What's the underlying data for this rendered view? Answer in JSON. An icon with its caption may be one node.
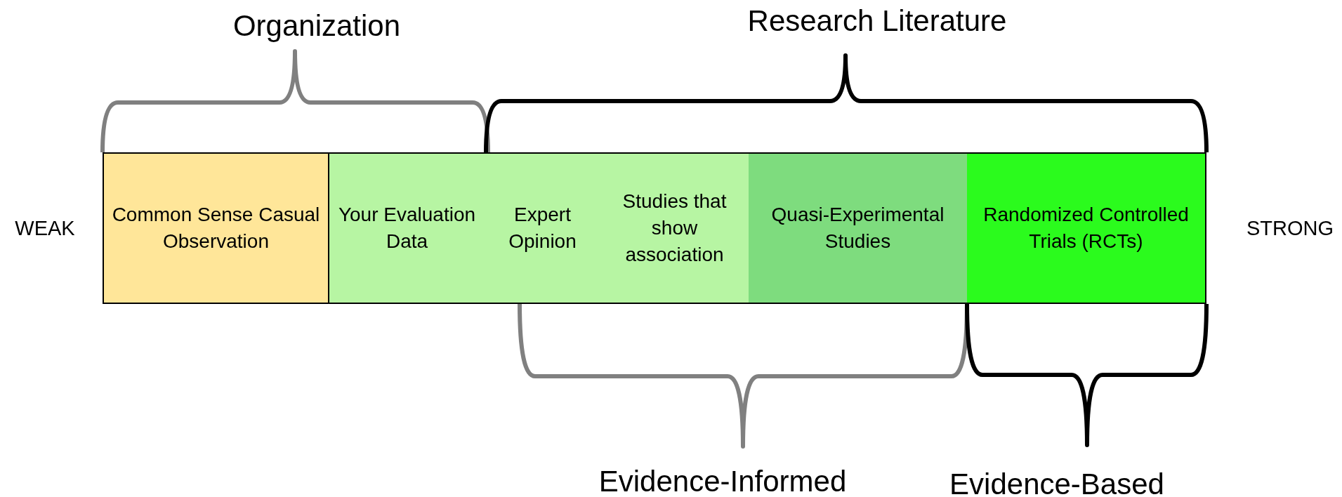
{
  "diagram": {
    "nodes": [
      {
        "text": [
          "Common Sense Casual Observation"
        ]
      },
      {
        "text": [
          "Your Evaluation Data"
        ]
      },
      {
        "text": [
          "Expert Opinion"
        ]
      },
      {
        "text": [
          "Studies that show association"
        ]
      },
      {
        "text": [
          "Quasi-Experimental Studies"
        ]
      },
      {
        "text": [
          "Randomized Controlled Trials (RCTs)"
        ]
      }
    ],
    "labels": [
      "Organization",
      "Research Literature",
      "WEAK",
      "STRONG",
      "Evidence-Informed",
      "Evidence-Based"
    ]
  }
}
